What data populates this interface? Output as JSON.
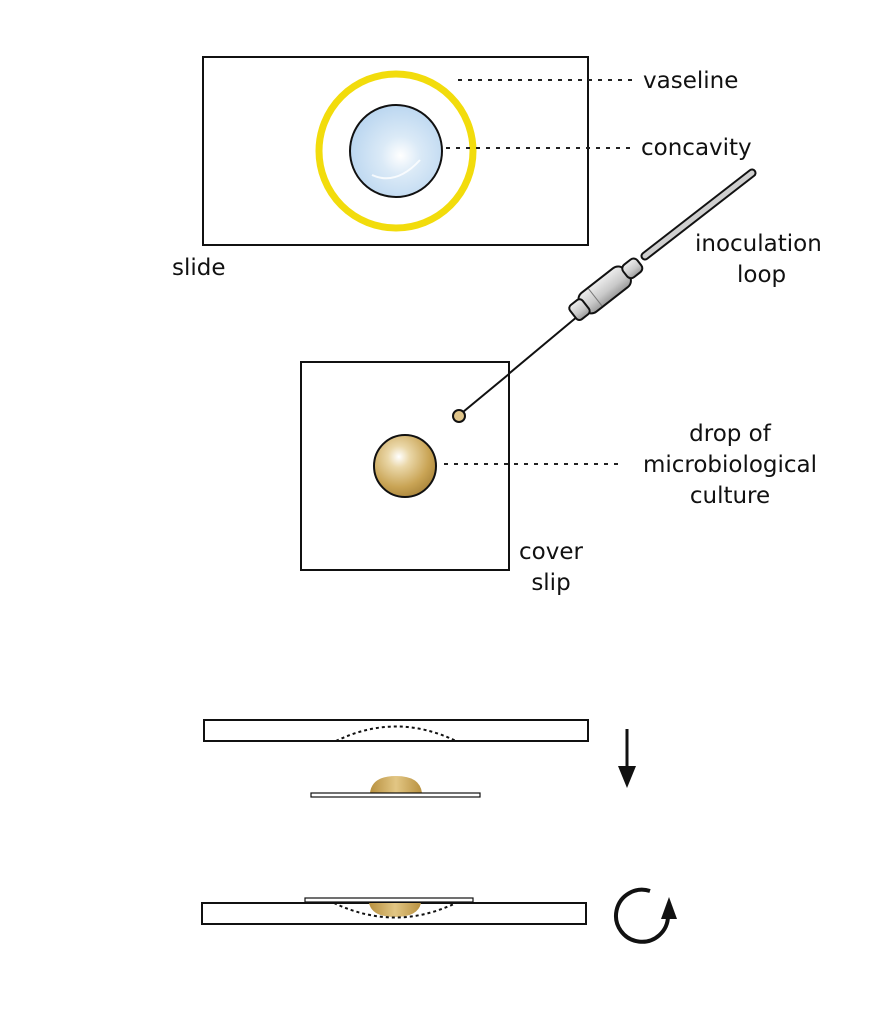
{
  "labels": {
    "vaseline": "vaseline",
    "concavity": "concavity",
    "slide": "slide",
    "inoculation_loop": [
      "inoculation",
      "loop"
    ],
    "drop_of_culture": [
      "drop of",
      "microbiological",
      "culture"
    ],
    "cover_slip": [
      "cover",
      "slip"
    ]
  },
  "colors": {
    "vaseline_ring": "#f2dc0c",
    "concavity_fill": "#cde2f4",
    "drop_fill": "#c9a455",
    "loop_tip": "#e0c58a",
    "outline": "#111111"
  },
  "icons": {
    "down_arrow": "down-arrow-icon",
    "rotate": "rotate-clockwise-icon"
  }
}
